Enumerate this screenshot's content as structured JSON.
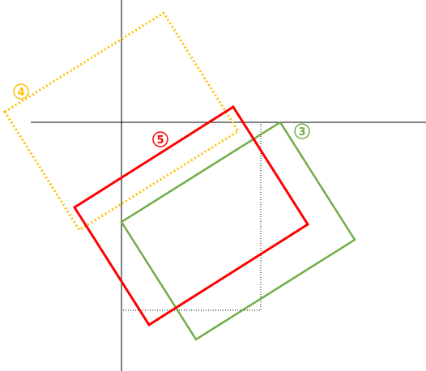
{
  "colors": {
    "background": "#ffffff",
    "axis": "#000000",
    "reference_box": "#000000",
    "shape_3": "#70ad47",
    "shape_4": "#ffc000",
    "shape_5": "#ff0000"
  },
  "shapes": [
    {
      "id": "3",
      "label": "③",
      "style": "solid",
      "color_key": "shape_3"
    },
    {
      "id": "4",
      "label": "④",
      "style": "dotted",
      "color_key": "shape_4"
    },
    {
      "id": "5",
      "label": "⑤",
      "style": "solid",
      "color_key": "shape_5"
    }
  ]
}
